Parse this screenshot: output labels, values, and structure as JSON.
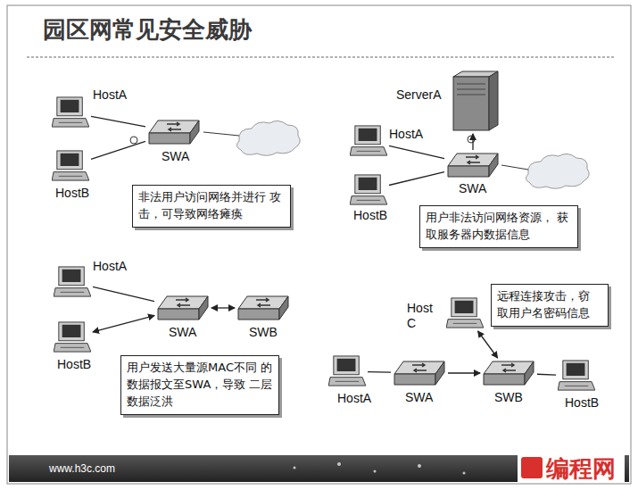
{
  "diagram": {
    "title": "园区网常见安全威胁",
    "nodes": [
      {
        "text": [
          "HostA"
        ]
      },
      {
        "text": [
          "HostB"
        ]
      },
      {
        "text": [
          "SWA"
        ]
      },
      {
        "text": [
          "非法用户访问网络并进行 攻击，可导致网络瘫痪"
        ]
      },
      {
        "text": [
          "ServerA"
        ]
      },
      {
        "text": [
          "HostA"
        ]
      },
      {
        "text": [
          "HostB"
        ]
      },
      {
        "text": [
          "SWA"
        ]
      },
      {
        "text": [
          "用户非法访问网络资源， 获取服务器内数据信息"
        ]
      },
      {
        "text": [
          "HostA"
        ]
      },
      {
        "text": [
          "HostB"
        ]
      },
      {
        "text": [
          "SWA"
        ]
      },
      {
        "text": [
          "SWB"
        ]
      },
      {
        "text": [
          "用户发送大量源MAC不同 的数据报文至SWA，导致 二层数据泛洪"
        ]
      },
      {
        "text": [
          "远程连接攻击，窃 取用户名密码信息"
        ]
      },
      {
        "text": [
          "Host C"
        ]
      },
      {
        "text": [
          "HostA"
        ]
      },
      {
        "text": [
          "SWA"
        ]
      },
      {
        "text": [
          "SWB"
        ]
      },
      {
        "text": [
          "HostB"
        ]
      }
    ],
    "edges": [
      {
        "from": 0,
        "to": 2,
        "arrow": "none"
      },
      {
        "from": 1,
        "to": 2,
        "arrow": "none"
      },
      {
        "from": 5,
        "to": 7,
        "arrow": "none"
      },
      {
        "from": 6,
        "to": 7,
        "arrow": "none"
      },
      {
        "from": 7,
        "to": 4,
        "arrow": "to"
      },
      {
        "from": 9,
        "to": 11,
        "arrow": "none"
      },
      {
        "from": 10,
        "to": 11,
        "arrow": "both"
      },
      {
        "from": 11,
        "to": 12,
        "arrow": "both"
      },
      {
        "from": 16,
        "to": 17,
        "arrow": "none"
      },
      {
        "from": 17,
        "to": 18,
        "arrow": "to"
      },
      {
        "from": 18,
        "to": 19,
        "arrow": "none"
      },
      {
        "from": 15,
        "to": 18,
        "arrow": "both"
      }
    ],
    "labels": [
      "www.h3c.com",
      "编程网"
    ]
  }
}
